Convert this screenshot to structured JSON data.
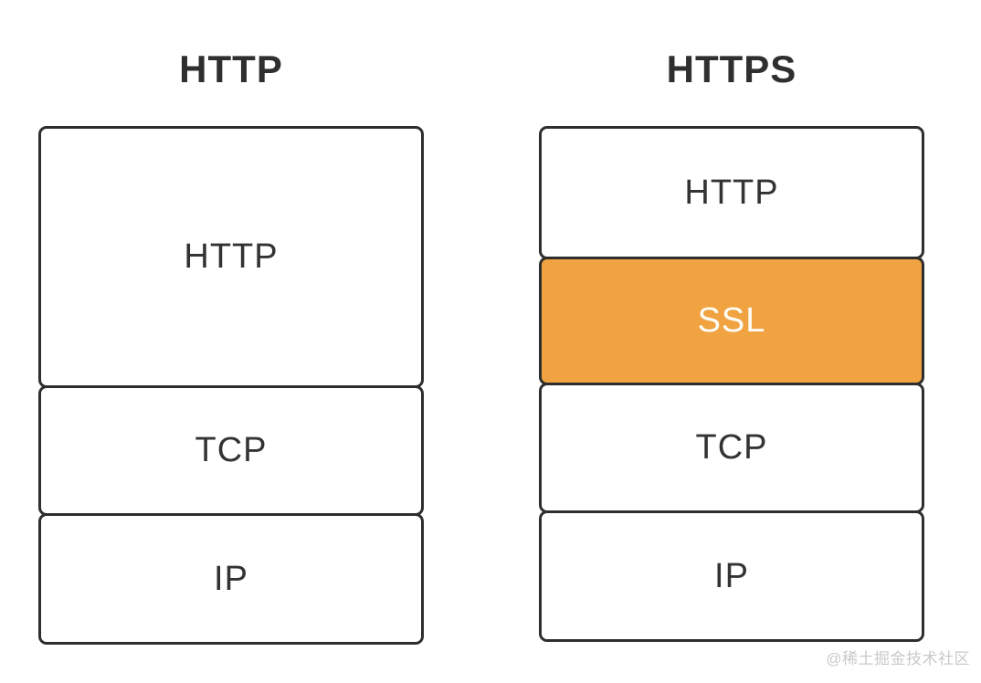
{
  "diagram": {
    "left_stack": {
      "title": "HTTP",
      "layers": [
        {
          "label": "HTTP",
          "highlight": false
        },
        {
          "label": "TCP",
          "highlight": false
        },
        {
          "label": "IP",
          "highlight": false
        }
      ]
    },
    "right_stack": {
      "title": "HTTPS",
      "layers": [
        {
          "label": "HTTP",
          "highlight": false
        },
        {
          "label": "SSL",
          "highlight": true
        },
        {
          "label": "TCP",
          "highlight": false
        },
        {
          "label": "IP",
          "highlight": false
        }
      ]
    },
    "colors": {
      "background": "#ffffff",
      "border": "#2e2e2e",
      "text": "#333333",
      "highlight_fill": "#f0a340",
      "highlight_text": "#fdfcf7",
      "watermark": "#c9c9c9"
    }
  },
  "watermark": {
    "text": "@稀土掘金技术社区"
  }
}
